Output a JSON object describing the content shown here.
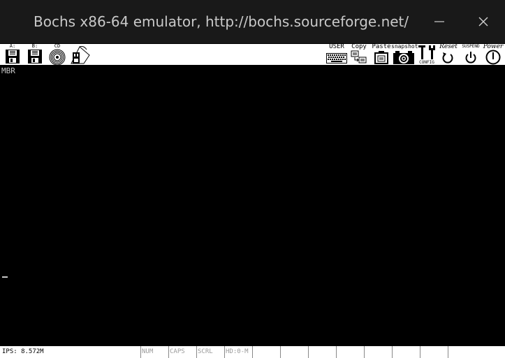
{
  "window": {
    "title": "Bochs x86-64 emulator, http://bochs.sourceforge.net/"
  },
  "toolbar": {
    "floppy_a_label": "A:",
    "floppy_b_label": "B:",
    "cdrom_label": "CD",
    "user_label": "USER",
    "copy_label": "Copy",
    "paste_label": "Paste",
    "snapshot_label": "snapshot",
    "config_label": "CONFIG",
    "reset_label": "Reset",
    "suspend_label": "SUSPEND",
    "power_label": "Power"
  },
  "screen": {
    "text": "MBR"
  },
  "statusbar": {
    "ips": "IPS: 8.572M",
    "num": "NUM",
    "caps": "CAPS",
    "scrl": "SCRL",
    "hd": "HD:0-M"
  },
  "icons": {
    "minimize": "minimize-icon",
    "close": "close-icon",
    "floppy_a": "floppy-disk-icon",
    "floppy_b": "floppy-disk-icon",
    "cdrom": "cdrom-icon",
    "usb": "usb-drive-icon",
    "user": "keyboard-icon",
    "copy": "copy-icon",
    "paste": "paste-icon",
    "snapshot": "camera-icon",
    "config": "config-tools-icon",
    "reset": "reset-icon",
    "suspend": "suspend-icon",
    "power": "power-icon"
  }
}
